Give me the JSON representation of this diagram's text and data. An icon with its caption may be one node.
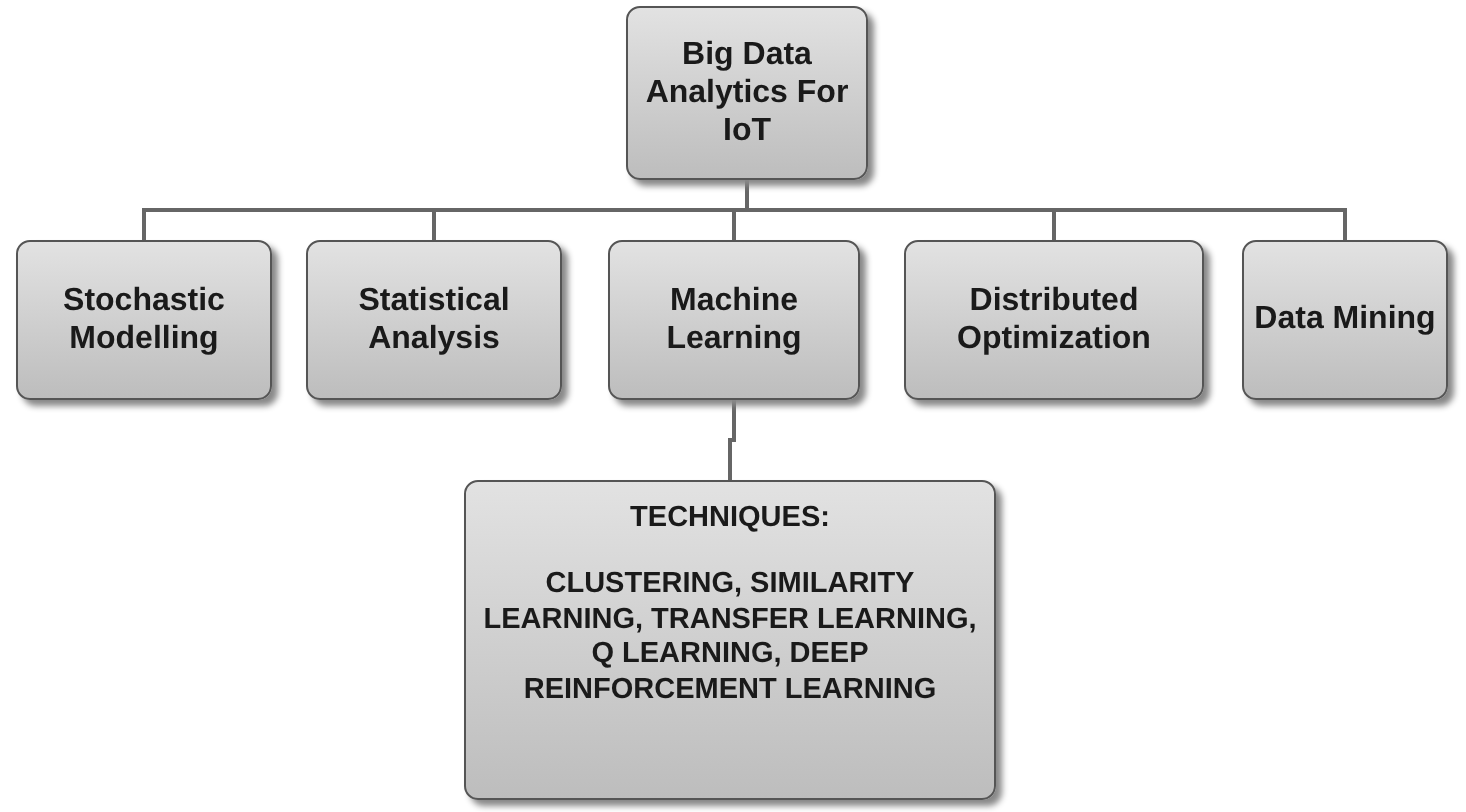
{
  "diagram": {
    "nodes": [
      {
        "text": [
          "Big Data Analytics For IoT"
        ]
      },
      {
        "text": [
          "Stochastic Modelling"
        ]
      },
      {
        "text": [
          "Statistical Analysis"
        ]
      },
      {
        "text": [
          "Machine Learning"
        ]
      },
      {
        "text": [
          "Distributed Optimization"
        ]
      },
      {
        "text": [
          "Data Mining"
        ]
      },
      {
        "text": [
          "TECHNIQUES:",
          "CLUSTERING, SIMILARITY LEARNING, TRANSFER LEARNING, Q LEARNING, DEEP REINFORCEMENT LEARNING"
        ]
      }
    ],
    "edges": [
      {
        "from": 0,
        "to": 1,
        "arrow": "none"
      },
      {
        "from": 0,
        "to": 2,
        "arrow": "none"
      },
      {
        "from": 0,
        "to": 3,
        "arrow": "none"
      },
      {
        "from": 0,
        "to": 4,
        "arrow": "none"
      },
      {
        "from": 0,
        "to": 5,
        "arrow": "none"
      },
      {
        "from": 3,
        "to": 6,
        "arrow": "none"
      }
    ]
  }
}
